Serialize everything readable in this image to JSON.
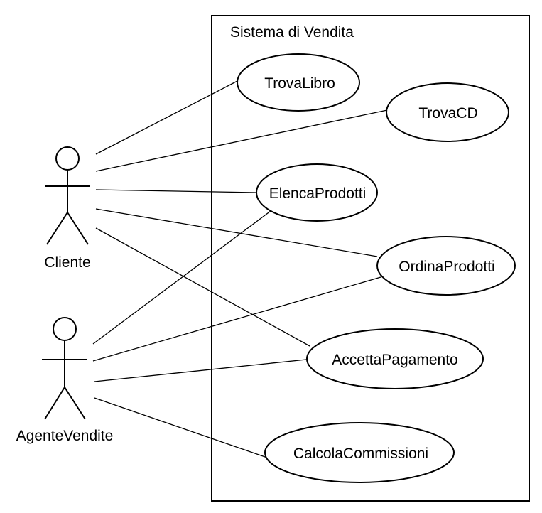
{
  "system": {
    "title": "Sistema di Vendita"
  },
  "actors": [
    {
      "id": "cliente",
      "label": "Cliente"
    },
    {
      "id": "agente",
      "label": "AgenteVendite"
    }
  ],
  "use_cases": [
    {
      "id": "trovalibro",
      "label": "TrovaLibro"
    },
    {
      "id": "trovacd",
      "label": "TrovaCD"
    },
    {
      "id": "elencaprodotti",
      "label": "ElencaProdotti"
    },
    {
      "id": "ordinaprodotti",
      "label": "OrdinaProdotti"
    },
    {
      "id": "accettapagamento",
      "label": "AccettaPagamento"
    },
    {
      "id": "calcolacommissioni",
      "label": "CalcolaCommissioni"
    }
  ],
  "associations": [
    {
      "from": "cliente",
      "to": "trovalibro"
    },
    {
      "from": "cliente",
      "to": "trovacd"
    },
    {
      "from": "cliente",
      "to": "elencaprodotti"
    },
    {
      "from": "cliente",
      "to": "ordinaprodotti"
    },
    {
      "from": "cliente",
      "to": "accettapagamento"
    },
    {
      "from": "agente",
      "to": "elencaprodotti"
    },
    {
      "from": "agente",
      "to": "ordinaprodotti"
    },
    {
      "from": "agente",
      "to": "accettapagamento"
    },
    {
      "from": "agente",
      "to": "calcolacommissioni"
    }
  ]
}
